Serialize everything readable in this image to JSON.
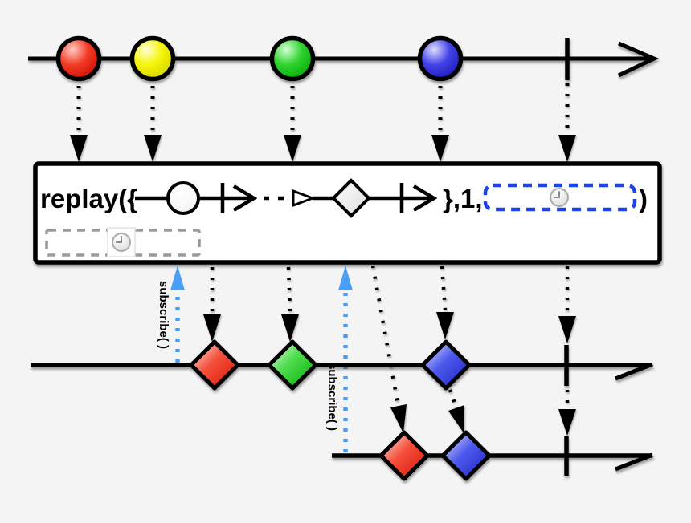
{
  "diagram_type": "rx-marble-diagram",
  "colors": {
    "background": "#f4f4f5",
    "box_background": "#ffffff",
    "stroke_black": "#000000",
    "marble_red": "#e02413",
    "marble_yellow": "#f0f000",
    "marble_green": "#17c817",
    "marble_blue": "#2d2dd8",
    "subscribe_arrow_blue": "#4a9ef5",
    "buffer_window_blue": "#1a43e8",
    "time_window_gray": "#9a9a9a"
  },
  "operator_box": {
    "label_prefix": "replay({",
    "label_middle": "},1,",
    "label_suffix": ")",
    "buffer_size_argument": "1",
    "projection_marbles": [
      {
        "shape": "circle",
        "color": "white"
      },
      {
        "type": "complete-tick"
      },
      {
        "type": "arrow"
      },
      {
        "type": "dashed-gap"
      },
      {
        "type": "hollow-triangle"
      },
      {
        "shape": "diamond",
        "color": "white"
      },
      {
        "type": "complete-tick"
      },
      {
        "type": "arrow"
      }
    ],
    "window_argument_icon": "clock-icon",
    "scheduler_window_icon": "clock-icon"
  },
  "source_timeline": {
    "events": [
      {
        "shape": "circle",
        "color": "red"
      },
      {
        "shape": "circle",
        "color": "yellow"
      },
      {
        "shape": "circle",
        "color": "green"
      },
      {
        "shape": "circle",
        "color": "blue"
      },
      {
        "type": "complete"
      }
    ]
  },
  "subscriber1_timeline": {
    "subscribe_label": "subscribe( )",
    "events": [
      {
        "shape": "diamond",
        "color": "red"
      },
      {
        "shape": "diamond",
        "color": "green"
      },
      {
        "shape": "diamond",
        "color": "blue"
      },
      {
        "type": "complete"
      }
    ]
  },
  "subscriber2_timeline": {
    "subscribe_label": "subscribe( )",
    "events": [
      {
        "shape": "diamond",
        "color": "red"
      },
      {
        "shape": "diamond",
        "color": "blue"
      },
      {
        "type": "complete"
      }
    ]
  }
}
